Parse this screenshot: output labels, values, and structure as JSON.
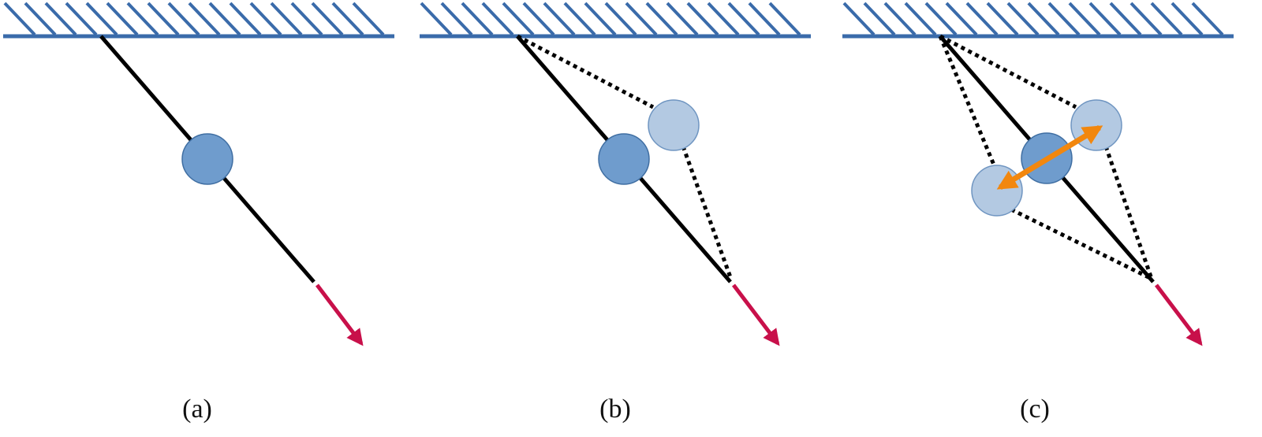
{
  "colors": {
    "ceiling": "#3A6BAA",
    "rod": "#000000",
    "bob": "#6F9CCD",
    "bob_stroke": "#3F6EA2",
    "ghost_bob": "#B3C9E2",
    "ghost_stroke": "#6F95C1",
    "force_arrow": "#C8104A",
    "oscillation_arrow": "#F2870E"
  },
  "panels": [
    {
      "label": "(a)",
      "ghost_count": 0,
      "oscillation_arrow": false
    },
    {
      "label": "(b)",
      "ghost_count": 1,
      "oscillation_arrow": false
    },
    {
      "label": "(c)",
      "ghost_count": 2,
      "oscillation_arrow": true
    }
  ]
}
